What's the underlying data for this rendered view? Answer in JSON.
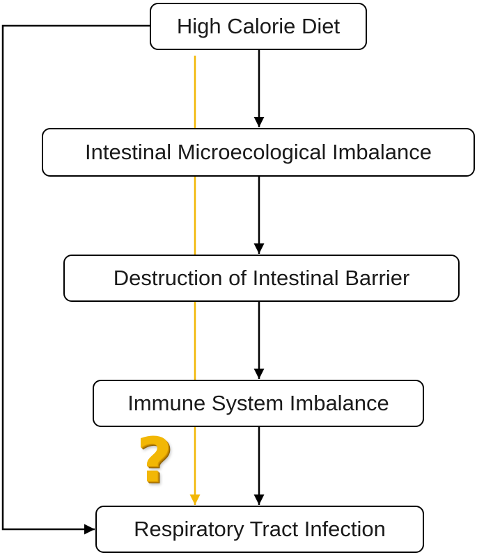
{
  "diagram": {
    "nodes": [
      {
        "id": "n1",
        "label": "High Calorie Diet"
      },
      {
        "id": "n2",
        "label": "Intestinal Microecological Imbalance"
      },
      {
        "id": "n3",
        "label": "Destruction of Intestinal Barrier"
      },
      {
        "id": "n4",
        "label": "Immune System Imbalance"
      },
      {
        "id": "n5",
        "label": "Respiratory Tract Infection"
      }
    ],
    "edges": [
      {
        "from": "n1",
        "to": "n2",
        "color": "#000000"
      },
      {
        "from": "n2",
        "to": "n3",
        "color": "#000000"
      },
      {
        "from": "n3",
        "to": "n4",
        "color": "#000000"
      },
      {
        "from": "n4",
        "to": "n5",
        "color": "#000000"
      },
      {
        "from": "n1",
        "to": "n5",
        "color": "#000000",
        "route": "left-loop"
      },
      {
        "from": "n1",
        "to": "n5",
        "color": "#f2b705",
        "route": "direct-uncertain"
      }
    ],
    "uncertain_marker": "?",
    "colors": {
      "main_arrow": "#000000",
      "uncertain_arrow": "#f2b705",
      "question_mark": "#f2b705"
    }
  }
}
